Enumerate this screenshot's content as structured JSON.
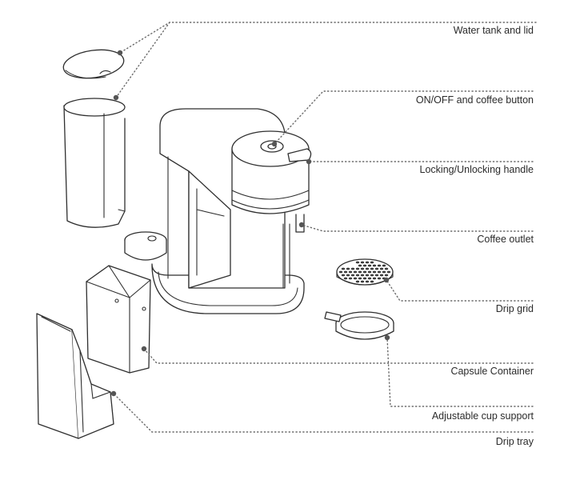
{
  "callouts": [
    {
      "id": "water-tank",
      "label": "Water tank and lid",
      "icon": "water-tank-icon"
    },
    {
      "id": "onoff",
      "label": "ON/OFF and coffee button",
      "icon": "power-button-icon"
    },
    {
      "id": "locking",
      "label": "Locking/Unlocking handle",
      "icon": "handle-icon"
    },
    {
      "id": "outlet",
      "label": "Coffee outlet",
      "icon": "outlet-icon"
    },
    {
      "id": "drip-grid",
      "label": "Drip grid",
      "icon": "grid-icon"
    },
    {
      "id": "capsule",
      "label": "Capsule Container",
      "icon": "container-icon"
    },
    {
      "id": "cup-support",
      "label": "Adjustable cup support",
      "icon": "ring-icon"
    },
    {
      "id": "drip-tray",
      "label": "Drip tray",
      "icon": "tray-icon"
    }
  ],
  "colors": {
    "line": "#2f2f2f",
    "leader": "#6a6a6a",
    "text": "#2b2b2b"
  }
}
